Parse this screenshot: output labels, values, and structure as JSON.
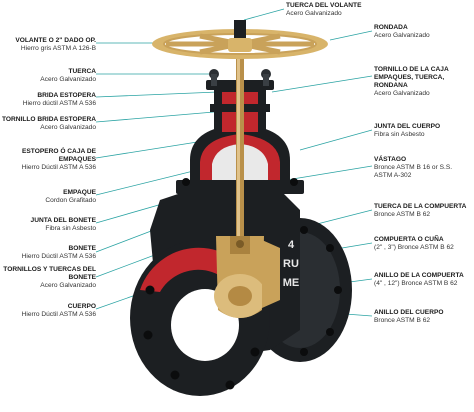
{
  "colors": {
    "iron": "#1c1f22",
    "red": "#c1272d",
    "brass": "#c9a25a",
    "handwheel": "#d8b46a",
    "line": "#2aa3a3"
  },
  "labels_left": [
    {
      "title": "VOLANTE O 2\" DADO OP.",
      "sub": "Hierro gris ASTM A 126-B"
    },
    {
      "title": "TUERCA",
      "sub": "Acero Galvanizado"
    },
    {
      "title": "BRIDA ESTOPERA",
      "sub": "Hierro dúctil ASTM A 536"
    },
    {
      "title": "TORNILLO BRIDA ESTOPERA",
      "sub": "Acero Galvanizado"
    },
    {
      "title": "ESTOPERO Ó CAJA DE EMPAQUES",
      "sub": "Hierro Dúctil ASTM A 536"
    },
    {
      "title": "EMPAQUE",
      "sub": "Cordon Grafitado"
    },
    {
      "title": "JUNTA DEL BONETE",
      "sub": "Fibra sin Asbesto"
    },
    {
      "title": "BONETE",
      "sub": "Hierro Dúctil ASTM A 536"
    },
    {
      "title": "TORNILLOS Y TUERCAS DEL BONETE",
      "sub": "Acero Galvanizado"
    },
    {
      "title": "CUERPO",
      "sub": "Hierro Dúctil ASTM A 536"
    }
  ],
  "labels_right": [
    {
      "title": "TUERCA DEL VOLANTE",
      "sub": "Acero Galvanizado"
    },
    {
      "title": "RONDADA",
      "sub": "Acero Galvanizado"
    },
    {
      "title": "TORNILLO DE LA CAJA EMPAQUES, TUERCA, RONDANA",
      "sub": "Acero Galvanizado"
    },
    {
      "title": "JUNTA DEL CUERPO",
      "sub": "Fibra sin Asbesto"
    },
    {
      "title": "VÁSTAGO",
      "sub": "Bronce ASTM B 16 or S.S. ASTM A-302"
    },
    {
      "title": "TUERCA DE LA COMPUERTA",
      "sub": "Bronce ASTM B 62"
    },
    {
      "title": "COMPUERTA O CUÑA",
      "sub": "(2\" , 3\") Bronce ASTM B 62"
    },
    {
      "title": "ANILLO DE LA COMPUERTA",
      "sub": "(4\" , 12\") Bronce ASTM B 62"
    },
    {
      "title": "ANILLO DEL CUERPO",
      "sub": "Bronce ASTM B 62"
    }
  ],
  "body_marking": [
    "4",
    "RU",
    "ME"
  ]
}
